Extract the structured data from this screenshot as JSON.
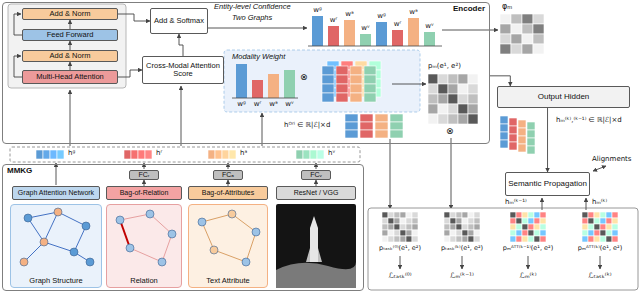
{
  "diagram": {
    "nodes": [
      {
        "text": [
          "Encoder"
        ]
      },
      {
        "text": [
          "Add & Norm"
        ],
        "in": 0
      },
      {
        "text": [
          "Feed Forward"
        ],
        "in": 0
      },
      {
        "text": [
          "Add & Norm"
        ],
        "in": 0
      },
      {
        "text": [
          "Multi-Head Attention"
        ],
        "in": 0
      },
      {
        "text": [
          "Cross-Modal Attention Score"
        ],
        "in": 0
      },
      {
        "text": [
          "Add & Softmax"
        ],
        "in": 0
      },
      {
        "text": [
          "Output Hidden"
        ]
      },
      {
        "text": [
          "Semantic Propagation"
        ]
      },
      {
        "text": [
          "MMKG"
        ]
      },
      {
        "text": [
          "FCᵣ"
        ],
        "in": 9
      },
      {
        "text": [
          "FCₐ"
        ],
        "in": 9
      },
      {
        "text": [
          "FCᵥ"
        ],
        "in": 9
      },
      {
        "text": [
          "Graph Attention Network"
        ],
        "in": 9
      },
      {
        "text": [
          "Bag-of-Relation"
        ],
        "in": 9
      },
      {
        "text": [
          "Bag-of-Attributes"
        ],
        "in": 9
      },
      {
        "text": [
          "ResNet / VGG"
        ],
        "in": 9
      },
      {
        "text": [
          "Graph Structure"
        ],
        "in": 9
      },
      {
        "text": [
          "Relation"
        ],
        "in": 9
      },
      {
        "text": [
          "Text Attribute"
        ],
        "in": 9
      }
    ],
    "edges": [
      {
        "from": 4,
        "to": 3,
        "arrow": "to"
      },
      {
        "from": 3,
        "to": 2,
        "arrow": "to"
      },
      {
        "from": 2,
        "to": 1,
        "arrow": "to"
      },
      {
        "from": 4,
        "to": 5,
        "arrow": "to"
      },
      {
        "from": 5,
        "to": 6,
        "arrow": "to"
      },
      {
        "from": 1,
        "to": 6,
        "arrow": "to"
      },
      {
        "from": 0,
        "to": 7,
        "arrow": "to"
      },
      {
        "from": 7,
        "to": 8,
        "arrow": "to"
      },
      {
        "from": 14,
        "to": 10,
        "arrow": "to"
      },
      {
        "from": 15,
        "to": 11,
        "arrow": "to"
      },
      {
        "from": 16,
        "to": 12,
        "arrow": "to"
      }
    ],
    "labels": [
      "Entity-level Confidence",
      "Two Graphs",
      "wᵍ",
      "wʳ",
      "wᵃ",
      "wᵛ",
      "wᵍ",
      "wʳ",
      "wᵃ",
      "wᵛ",
      "φₘ",
      "Modality Weight",
      "wᵍ",
      "wʳ",
      "wᵃ",
      "wᵛ",
      "⊗",
      "pₘ(e¹, e²)",
      "⊗",
      "hᴼʳⁱ ∈ ℝ|ℰ|×d",
      "hₘ⁽ᵏ⁾,⁽ᵏ⁻¹⁾ ∈ ℝ|ℰ|×d",
      "Alignments",
      "hᵍ",
      "hʳ",
      "hᵃ",
      "hᵛ",
      "hₘ⁽ᵏ⁻¹⁾",
      "hₘ⁽ᵏ⁾",
      "pₜₐₛₖ⁽⁰⁾(e¹, e²)",
      "pₜₐₛₖ⁽ᵏ⁾(e¹, e²)",
      "pₘᴬᵀᵀ⁽ᵏ⁻¹⁾(e¹, e²)",
      "pₘᴬᵀᵀ⁽ᵏ⁾(e¹, e²)",
      "ℒₜₐₛₖ⁽⁰⁾",
      "ℒₘ⁽ᵏ⁻¹⁾",
      "ℒₘ⁽ᵏ⁾",
      "ℒₜₐₛₖ⁽ᵏ⁾"
    ]
  }
}
